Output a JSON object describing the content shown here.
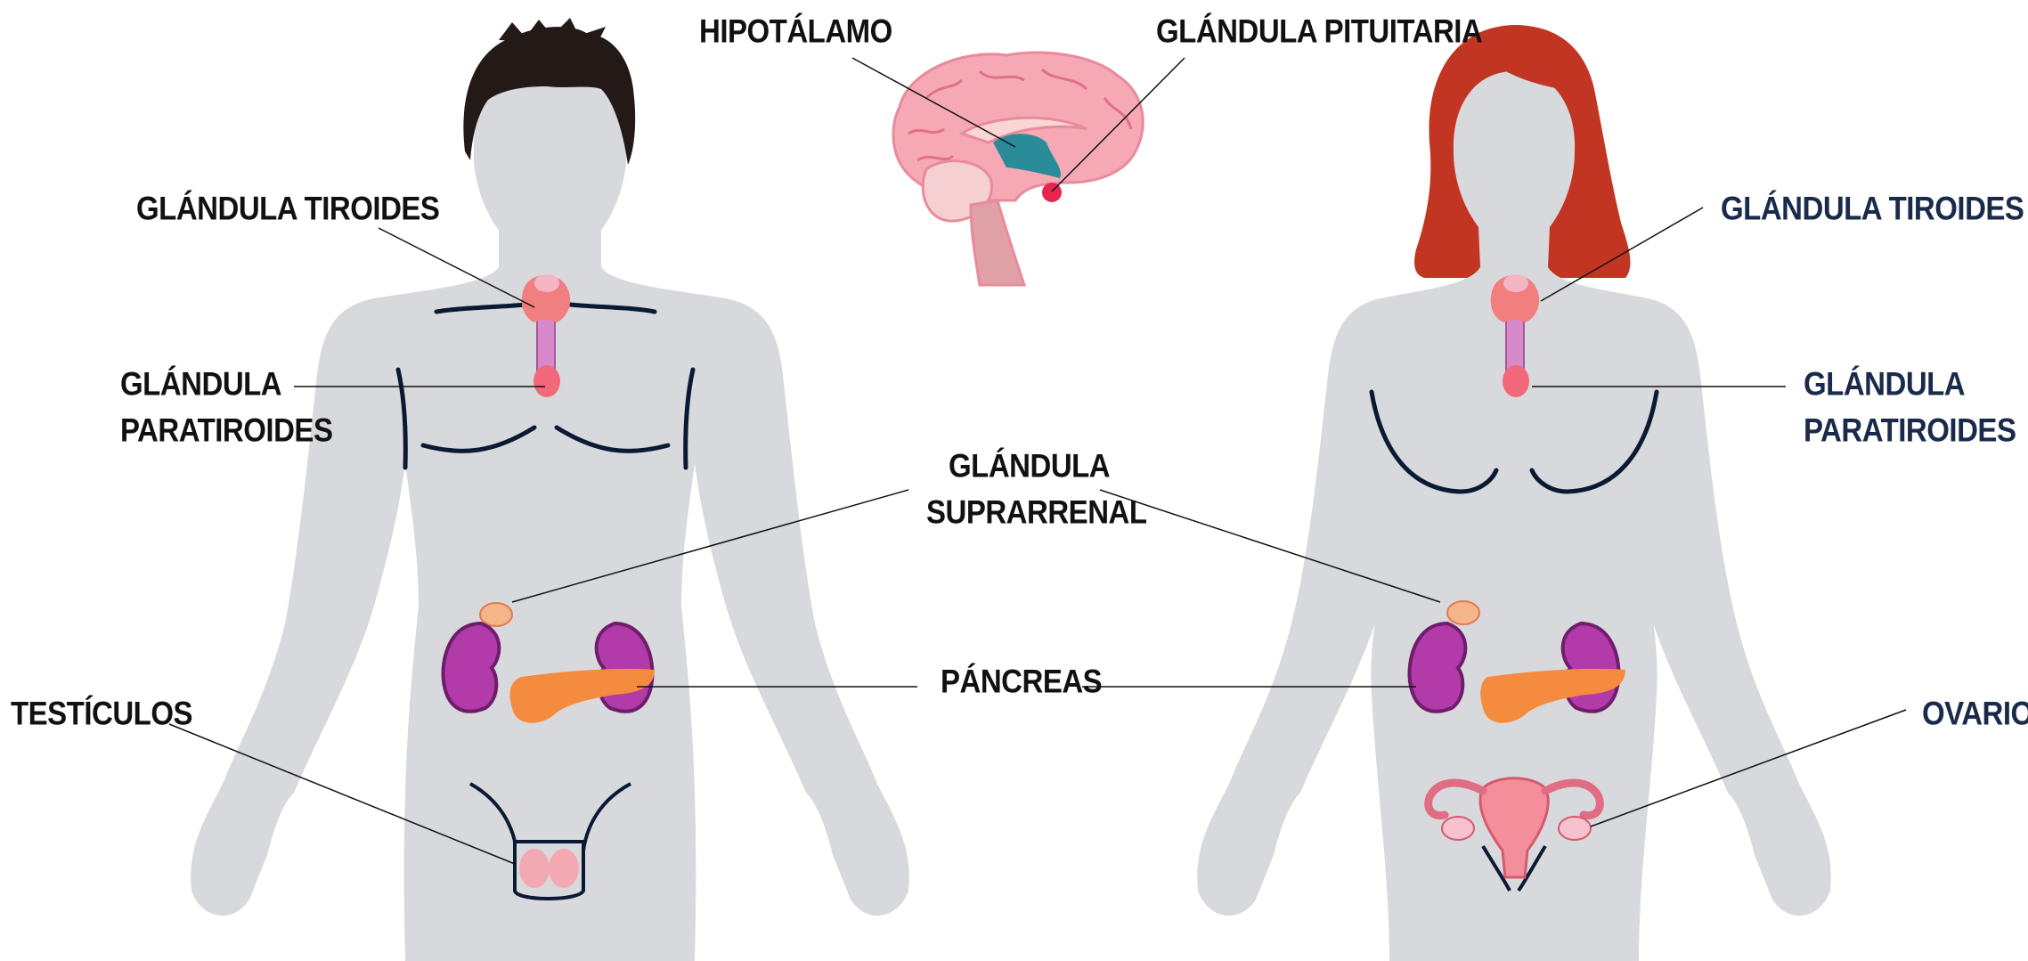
{
  "colors": {
    "body": "#d8d9dc",
    "outline": "#0b1a33",
    "text_black": "#111111",
    "text_navy": "#1a2a4a",
    "male_hair": "#231a17",
    "female_hair": "#c23522",
    "thyroid": "#f27f7f",
    "trachea": "#d889c9",
    "kidney": "#b23aa9",
    "adrenal": "#f6b48a",
    "pancreas": "#f58b3e",
    "testes": "#f3a9b3",
    "uterus": "#f48e9a",
    "brain": "#f7a8b5",
    "hypothalamus": "#2a8c99",
    "pituitary": "#e8254f",
    "brainstem": "#dfa0a6"
  },
  "labels": {
    "hipotalamo": "HIPOTÁLAMO",
    "pituitaria": "GLÁNDULA PITUITARIA",
    "tiroides_m": "GLÁNDULA TIROIDES",
    "tiroides_f": "GLÁNDULA TIROIDES",
    "paratiroides_m_1": "GLÁNDULA",
    "paratiroides_m_2": "PARATIROIDES",
    "paratiroides_f_1": "GLÁNDULA",
    "paratiroides_f_2": "PARATIROIDES",
    "suprarrenal_1": "GLÁNDULA",
    "suprarrenal_2": "SUPRARRENAL",
    "pancreas": "PÁNCREAS",
    "testiculos": "TESTÍCULOS",
    "ovarios": "OVARIOS"
  }
}
